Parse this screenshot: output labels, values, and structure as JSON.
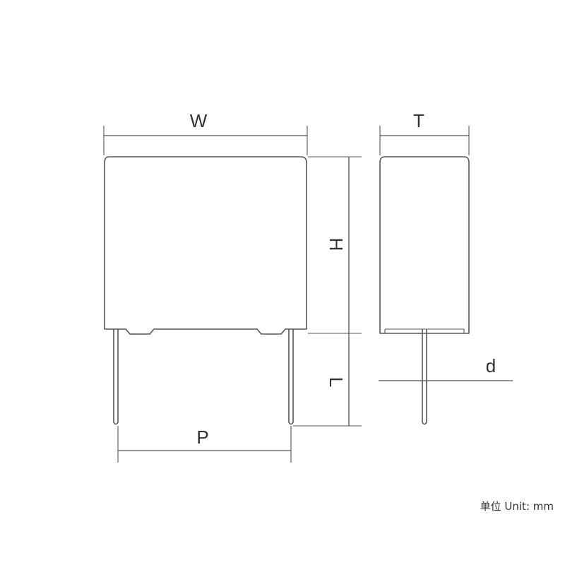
{
  "labels": {
    "width": "W",
    "height": "H",
    "lead_length": "L",
    "pitch": "P",
    "thickness": "T",
    "lead_diameter": "d"
  },
  "unit_note": "单位 Unit: mm",
  "colors": {
    "line": "#555555",
    "text": "#333333",
    "background": "#ffffff"
  }
}
